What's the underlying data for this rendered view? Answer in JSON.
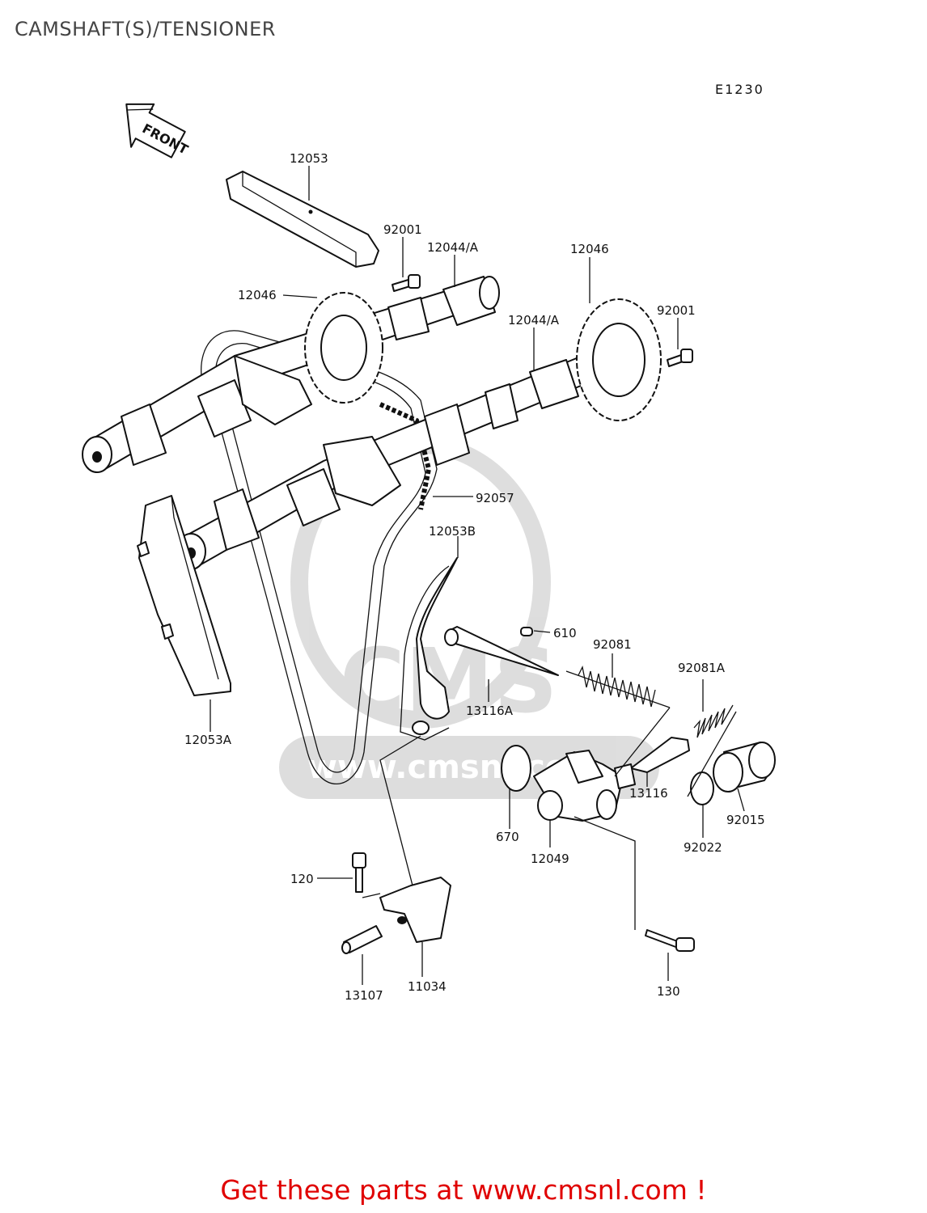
{
  "page": {
    "title": "CAMSHAFT(S)/TENSIONER",
    "diagram_code": "E1230",
    "front_label": "FRONT",
    "watermark_text": "CMS",
    "watermark_url": "www.cmsnl.com"
  },
  "callouts": [
    "12053",
    "92001",
    "12044/A",
    "12046",
    "12046",
    "12044/A",
    "92001",
    "92057",
    "12053B",
    "610",
    "92081",
    "92081A",
    "13116A",
    "12053A",
    "670",
    "13116",
    "12049",
    "92022",
    "92015",
    "120",
    "13107",
    "11034",
    "130"
  ],
  "footer": {
    "link_text": "Get these parts at www.cmsnl.com !"
  }
}
